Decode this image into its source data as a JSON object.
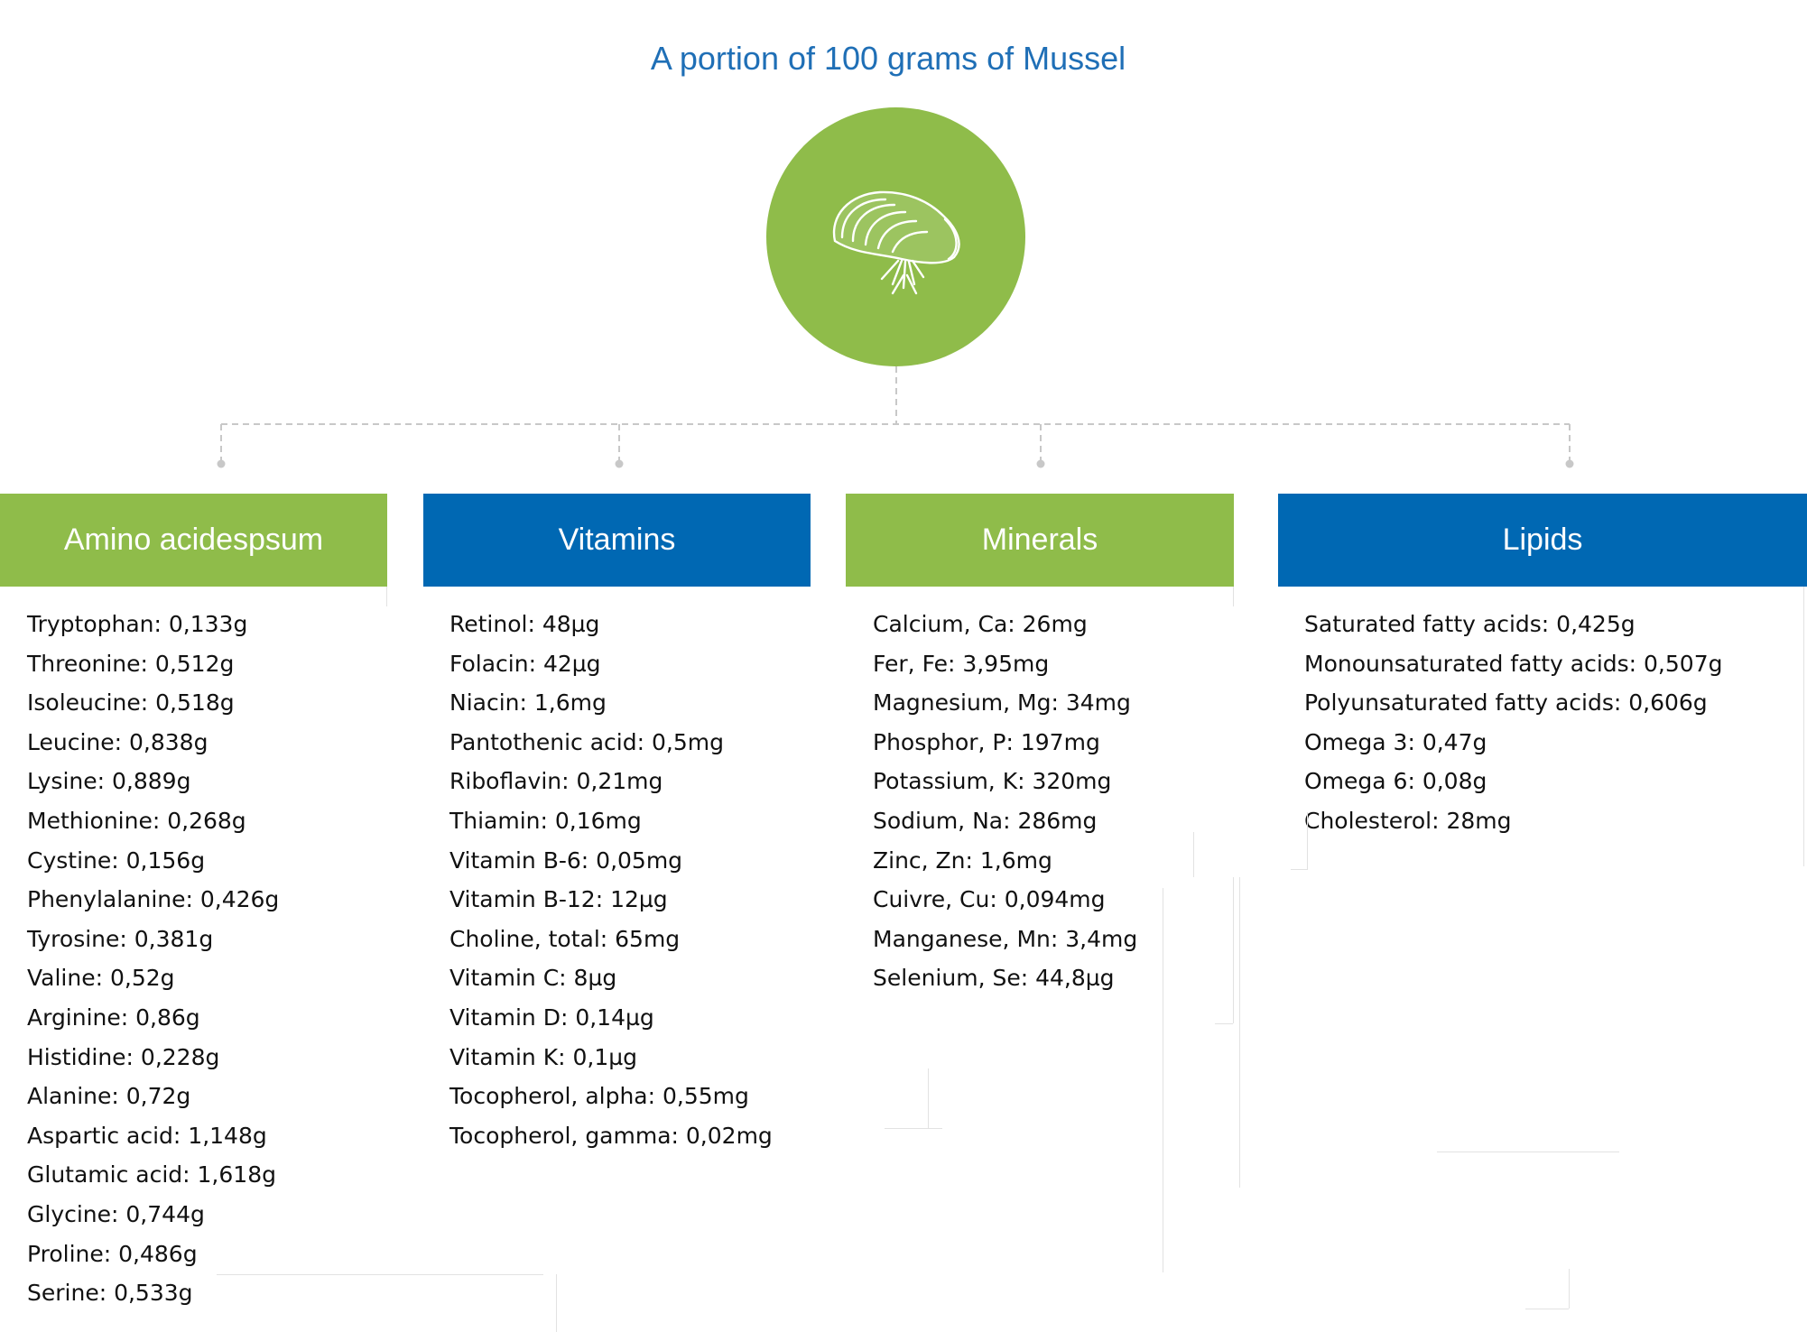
{
  "title": "A portion of 100 grams of Mussel",
  "colors": {
    "green": "#8fbc4a",
    "blue": "#0068b3",
    "title_blue": "#1f6fb6",
    "connector": "#c8c8c8"
  },
  "center_icon": "mussel-icon",
  "categories": [
    {
      "label": "Amino acidespsum",
      "color": "#8fbc4a",
      "items": [
        "Tryptophan: 0,133g",
        "Threonine: 0,512g",
        "Isoleucine: 0,518g",
        "Leucine: 0,838g",
        "Lysine: 0,889g",
        "Methionine: 0,268g",
        "Cystine: 0,156g",
        "Phenylalanine: 0,426g",
        "Tyrosine: 0,381g",
        "Valine: 0,52g",
        "Arginine: 0,86g",
        "Histidine: 0,228g",
        "Alanine: 0,72g",
        "Aspartic acid: 1,148g",
        "Glutamic acid: 1,618g",
        "Glycine: 0,744g",
        "Proline: 0,486g",
        "Serine: 0,533g"
      ]
    },
    {
      "label": "Vitamins",
      "color": "#0068b3",
      "items": [
        "Retinol: 48µg",
        "Folacin: 42µg",
        "Niacin: 1,6mg",
        "Pantothenic acid: 0,5mg",
        "Riboflavin: 0,21mg",
        "Thiamin: 0,16mg",
        "Vitamin B-6: 0,05mg",
        "Vitamin B-12: 12µg",
        "Choline, total: 65mg",
        "Vitamin C: 8µg",
        "Vitamin D: 0,14µg",
        "Vitamin K: 0,1µg",
        "Tocopherol, alpha: 0,55mg",
        "Tocopherol, gamma: 0,02mg"
      ]
    },
    {
      "label": "Minerals",
      "color": "#8fbc4a",
      "items": [
        "Calcium, Ca: 26mg",
        "Fer, Fe: 3,95mg",
        "Magnesium, Mg: 34mg",
        "Phosphor, P: 197mg",
        "Potassium, K: 320mg",
        "Sodium, Na: 286mg",
        "Zinc, Zn: 1,6mg",
        "Cuivre, Cu: 0,094mg",
        "Manganese, Mn: 3,4mg",
        "Selenium, Se: 44,8µg"
      ]
    },
    {
      "label": "Lipids",
      "color": "#0068b3",
      "items": [
        "Saturated fatty acids: 0,425g",
        "Monounsaturated fatty acids: 0,507g",
        "Polyunsaturated fatty acids: 0,606g",
        "Omega 3: 0,47g",
        "Omega 6: 0,08g",
        "Cholesterol: 28mg"
      ]
    }
  ]
}
